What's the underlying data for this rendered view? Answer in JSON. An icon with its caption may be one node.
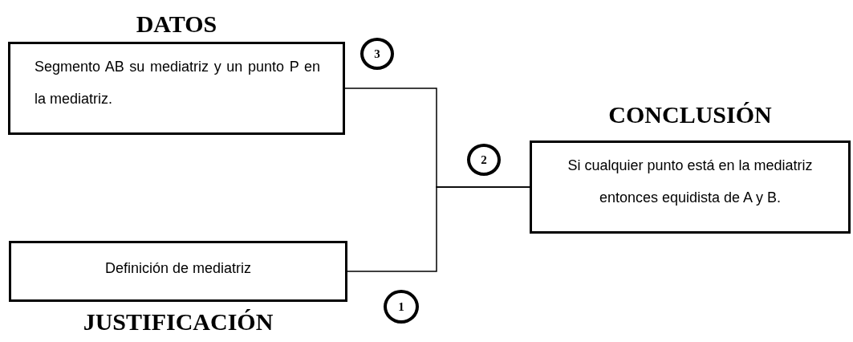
{
  "diagram": {
    "nodes": [
      {
        "text": [
          "DATOS",
          "Segmento AB su mediatriz y un punto P en la mediatriz."
        ]
      },
      {
        "text": [
          "3"
        ]
      },
      {
        "text": [
          "CONCLUSIÓN",
          "Si cualquier punto está en la mediatriz entonces equidista de A y B."
        ]
      },
      {
        "text": [
          "2"
        ]
      },
      {
        "text": [
          "Definición de mediatriz",
          "JUSTIFICACIÓN"
        ]
      },
      {
        "text": [
          "1"
        ]
      }
    ],
    "edges": [
      {
        "from": 0,
        "to": 2,
        "arrow": "none"
      },
      {
        "from": 4,
        "to": 2,
        "arrow": "none"
      }
    ]
  }
}
